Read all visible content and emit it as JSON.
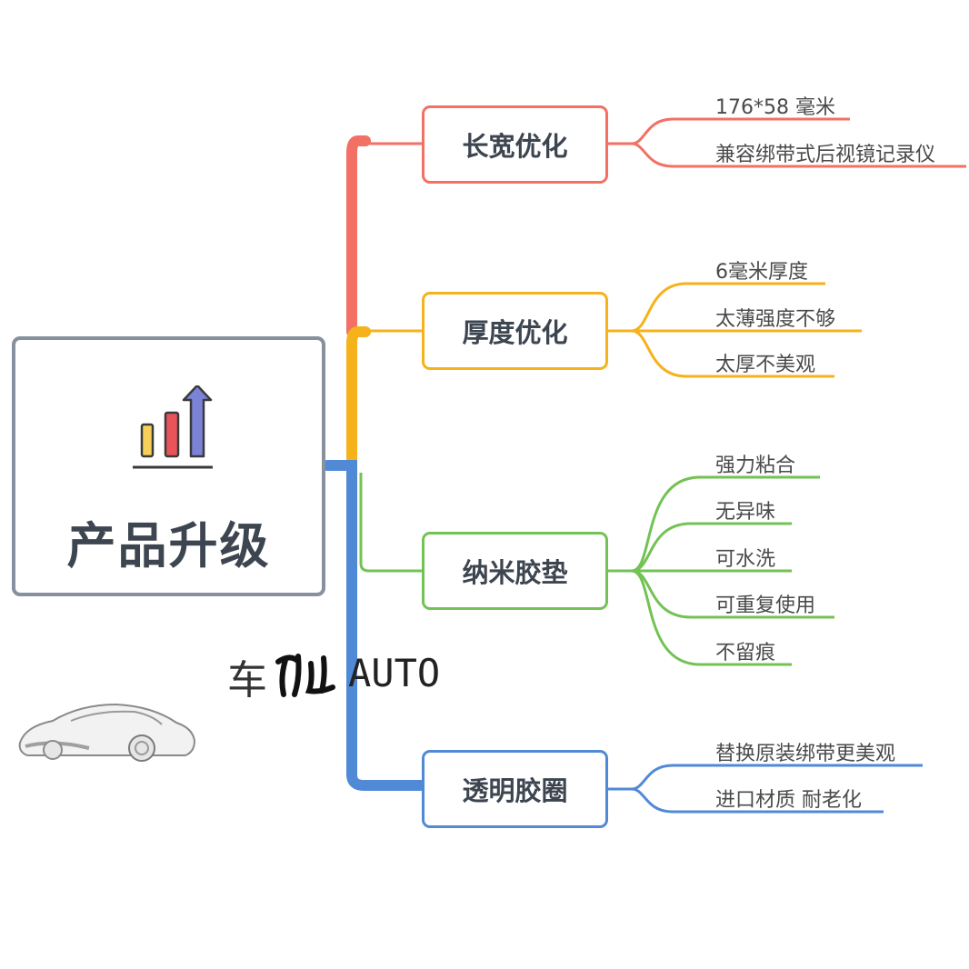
{
  "root": {
    "title": "产品升级",
    "icon": "bar-chart-growth-icon"
  },
  "branches": [
    {
      "label": "长宽优化",
      "color": "#f27064",
      "leaves": [
        "176*58 毫米",
        "兼容绑带式后视镜记录仪"
      ]
    },
    {
      "label": "厚度优化",
      "color": "#f6b21a",
      "leaves": [
        "6毫米厚度",
        "太薄强度不够",
        "太厚不美观"
      ]
    },
    {
      "label": "纳米胶垫",
      "color": "#73c254",
      "leaves": [
        "强力粘合",
        "无异味",
        "可水洗",
        "可重复使用",
        "不留痕"
      ]
    },
    {
      "label": "透明胶圈",
      "color": "#5089d6",
      "leaves": [
        "替换原装绑带更美观",
        "进口材质 耐老化"
      ]
    }
  ],
  "watermark": {
    "text_a": "车",
    "text_b": "AUTO",
    "image": "sports-car-sketch-icon"
  }
}
